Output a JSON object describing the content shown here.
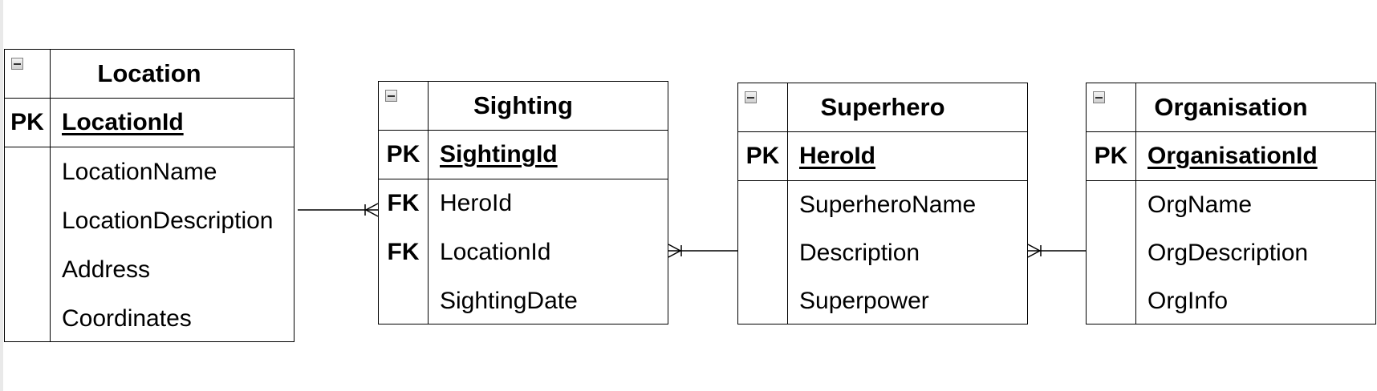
{
  "entities": {
    "location": {
      "title": "Location",
      "pk": {
        "key": "PK",
        "name": "LocationId"
      },
      "attributes": [
        "LocationName",
        "LocationDescription",
        "Address",
        "Coordinates"
      ]
    },
    "sighting": {
      "title": "Sighting",
      "pk": {
        "key": "PK",
        "name": "SightingId"
      },
      "fks": [
        {
          "key": "FK",
          "name": "HeroId"
        },
        {
          "key": "FK",
          "name": "LocationId"
        }
      ],
      "attributes": [
        "SightingDate"
      ]
    },
    "superhero": {
      "title": "Superhero",
      "pk": {
        "key": "PK",
        "name": "HeroId"
      },
      "attributes": [
        "SuperheroName",
        "Description",
        "Superpower"
      ]
    },
    "organisation": {
      "title": "Organisation",
      "pk": {
        "key": "PK",
        "name": "OrganisationId"
      },
      "attributes": [
        "OrgName",
        "OrgDescription",
        "OrgInfo"
      ]
    }
  },
  "relationships": [
    {
      "from": "Location",
      "to": "Sighting",
      "type": "one-to-many"
    },
    {
      "from": "Superhero",
      "to": "Sighting",
      "type": "one-to-many"
    },
    {
      "from": "Organisation",
      "to": "Superhero",
      "type": "one-to-many"
    }
  ]
}
